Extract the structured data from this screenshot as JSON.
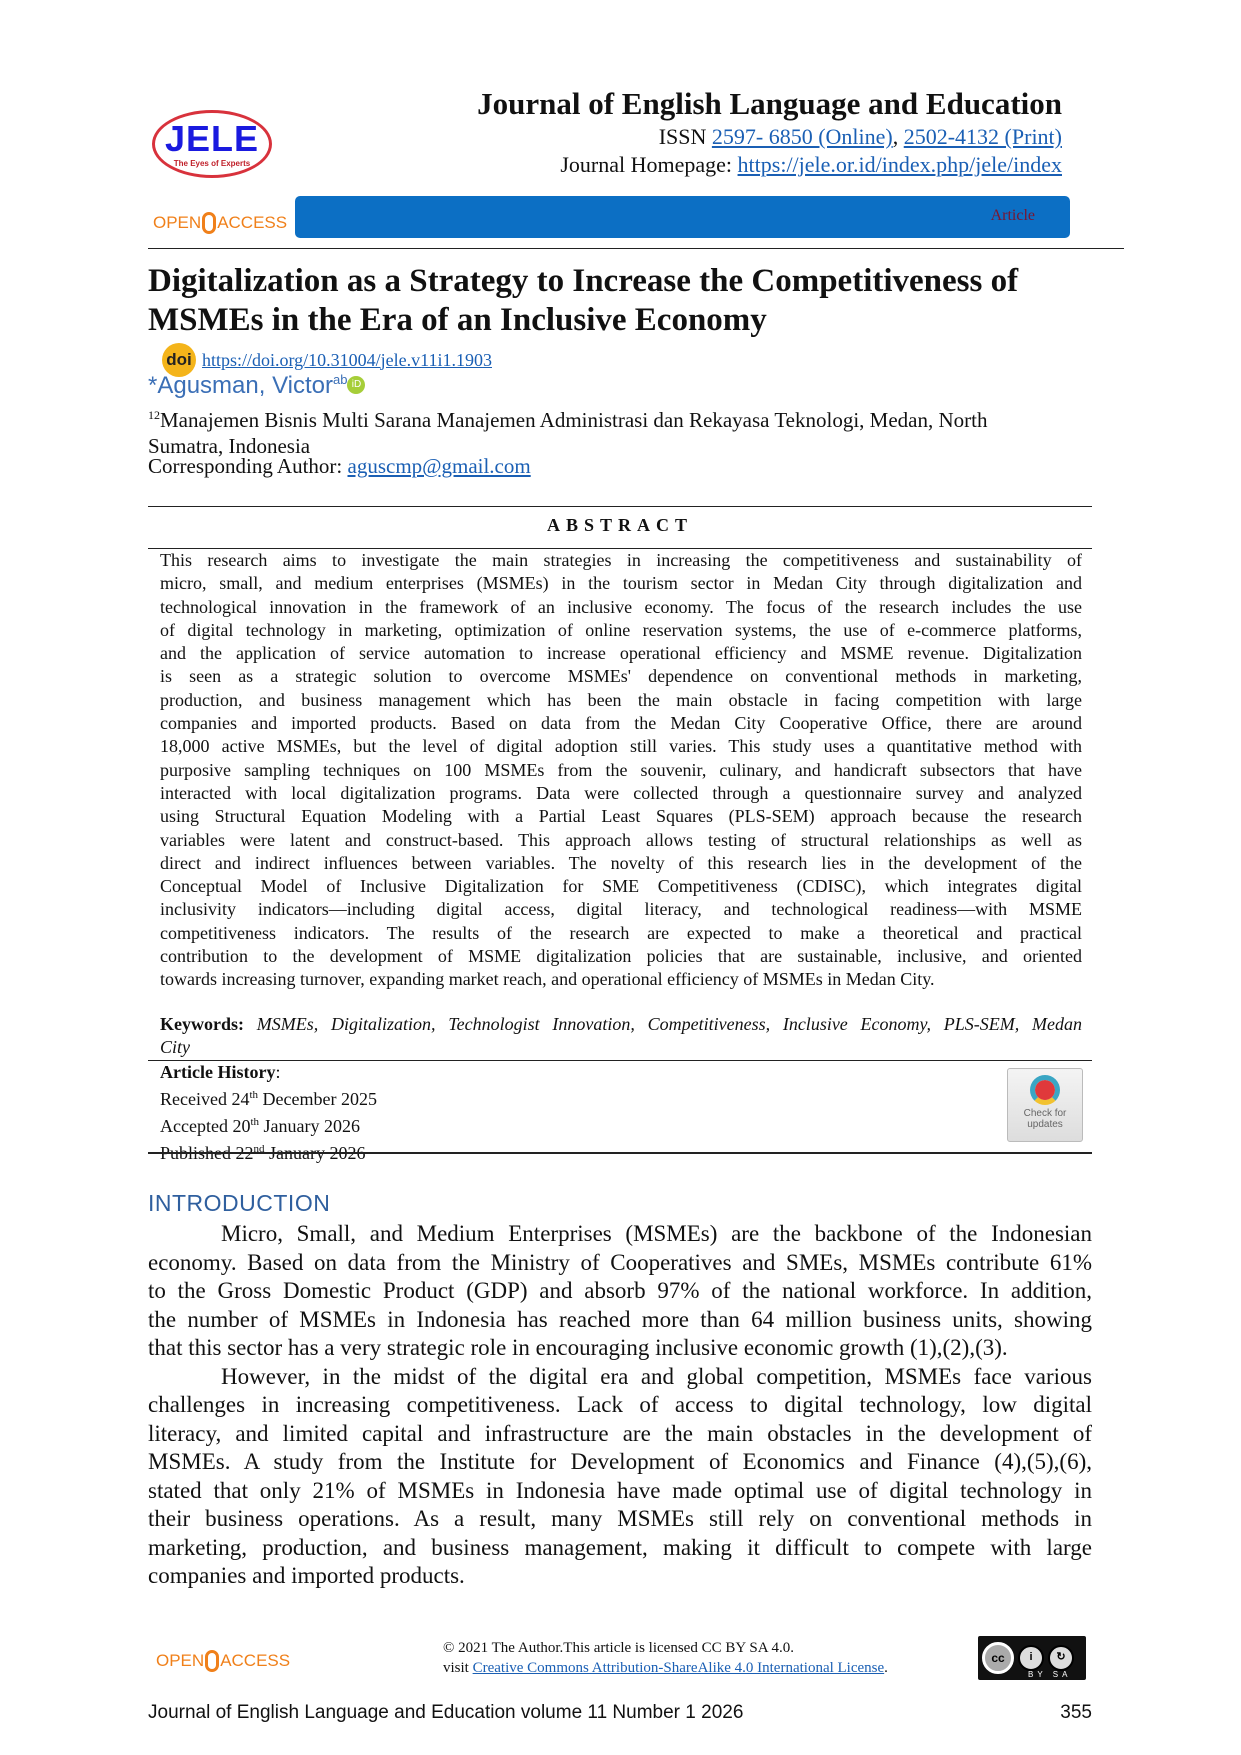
{
  "header": {
    "journal_title": "Journal of English Language and Education",
    "issn_label": "ISSN",
    "issn_online": "2597- 6850 (Online)",
    "issn_sep": ",",
    "issn_print": "2502-4132 (Print)",
    "homepage_label": "Journal Homepage:",
    "homepage_url": "https://jele.or.id/index.php/jele/index",
    "logo_text": "JELE",
    "logo_tagline": "The Eyes of Experts",
    "open_access_left": "OPEN",
    "open_access_right": "ACCESS",
    "article_type": "Article"
  },
  "article": {
    "title": "Digitalization as a Strategy to Increase the Competitiveness of MSMEs in the Era of an Inclusive Economy",
    "doi_icon_text": "doi",
    "doi_url": "https://doi.org/10.31004/jele.v11i1.1903",
    "authors": "*Agusman, Victor",
    "author_sup": "ab",
    "orcid_icon_text": "iD",
    "affiliation_sup": "12",
    "affiliation": "Manajemen Bisnis Multi Sarana Manajemen Administrasi dan Rekayasa Teknologi, Medan, North",
    "affiliation_line2": "Sumatra, Indonesia",
    "corresponding_label": "Corresponding Author:",
    "corresponding_email": "aguscmp@gmail.com"
  },
  "abstract": {
    "heading": "ABSTRACT",
    "lines": [
      "This research aims to investigate the main strategies in increasing the competitiveness and sustainability of",
      "micro, small, and medium enterprises (MSMEs) in the tourism sector in Medan City through digitalization and",
      "technological innovation in the framework of an inclusive economy. The focus of the research includes the use",
      "of digital technology in marketing, optimization of online reservation systems, the use of e-commerce platforms,",
      "and the application of service automation to increase operational efficiency and MSME revenue. Digitalization",
      "is seen as a strategic solution to overcome MSMEs' dependence on conventional methods in marketing,",
      "production, and business management which has been the main obstacle in facing competition with large",
      "companies and imported products. Based on data from the Medan City Cooperative Office, there are around",
      "18,000 active MSMEs, but the level of digital adoption still varies. This study uses a quantitative method with",
      "purposive sampling techniques on 100 MSMEs from the souvenir, culinary, and handicraft subsectors that have",
      "interacted with local digitalization programs. Data were collected through a questionnaire survey and analyzed",
      "using Structural Equation Modeling with a Partial Least Squares (PLS-SEM) approach because the research",
      "variables were latent and construct-based. This approach allows testing of structural relationships as well as",
      "direct and indirect influences between variables. The novelty of this research lies in the development of the",
      "Conceptual Model of Inclusive Digitalization for SME Competitiveness (CDISC), which integrates digital",
      "inclusivity indicators—including digital access, digital literacy, and technological readiness—with MSME",
      "competitiveness indicators. The results of the research are expected to make a theoretical and practical",
      "contribution to the development of MSME digitalization policies that are sustainable, inclusive, and oriented",
      "towards increasing turnover, expanding market reach, and operational efficiency of MSMEs in Medan City."
    ],
    "keywords_label": "Keywords:",
    "keywords_line1": "MSMEs, Digitalization, Technologist Innovation, Competitiveness, Inclusive Economy, PLS-SEM, Medan",
    "keywords_line2": "City"
  },
  "history": {
    "label": "Article History",
    "colon": ":",
    "received": {
      "prefix": "Received 24",
      "sup": "th",
      "suffix": " December 2025"
    },
    "accepted": {
      "prefix": "Accepted 20",
      "sup": "th",
      "suffix": " January 2026"
    },
    "published": {
      "prefix": "Published 22",
      "sup": "nd",
      "suffix": " January 2026"
    },
    "check_updates": "Check for updates"
  },
  "introduction": {
    "heading": "INTRODUCTION",
    "lines": [
      {
        "text": "Micro, Small, and Medium Enterprises (MSMEs) are the backbone of the Indonesian",
        "indent": true
      },
      {
        "text": "economy. Based on data from the Ministry of Cooperatives and SMEs, MSMEs contribute 61%"
      },
      {
        "text": "to the Gross Domestic Product (GDP) and absorb 97% of the national workforce. In addition,"
      },
      {
        "text": "the number of MSMEs in Indonesia has reached more than 64 million business units, showing"
      },
      {
        "text": "that this sector has a very strategic role in encouraging inclusive economic growth (1),(2),(3).",
        "last": true
      },
      {
        "text": "However, in the midst of the digital era and global competition, MSMEs face various",
        "indent": true
      },
      {
        "text": "challenges in increasing competitiveness. Lack of access to digital technology, low digital"
      },
      {
        "text": "literacy, and limited capital and infrastructure are the main obstacles in the development of"
      },
      {
        "text": "MSMEs. A study from the Institute for Development of Economics and Finance (4),(5),(6),"
      },
      {
        "text": "stated that only 21% of MSMEs in Indonesia have made optimal use of digital technology in"
      },
      {
        "text": "their business operations. As a result, many MSMEs still rely on conventional methods in"
      },
      {
        "text": "marketing, production, and business management, making it difficult to compete with large"
      },
      {
        "text": "companies and imported products.",
        "last": true
      }
    ]
  },
  "footer": {
    "license_line1": "© 2021 The Author.This article is licensed CC BY SA 4.0.",
    "license_visit": "visit",
    "license_link": "Creative Commons Attribution-ShareAlike 4.0 International License",
    "license_period": ".",
    "cc_badge": "cc",
    "cc_by": "BY",
    "cc_sa": "SA",
    "journal_info": "Journal of English Language and Education volume 11 Number 1 2026",
    "page_number": "355"
  },
  "colors": {
    "link": "#1a5fb4",
    "banner": "#0c6fc4",
    "open_access": "#f0801a",
    "heading_blue": "#2f5f9e"
  }
}
